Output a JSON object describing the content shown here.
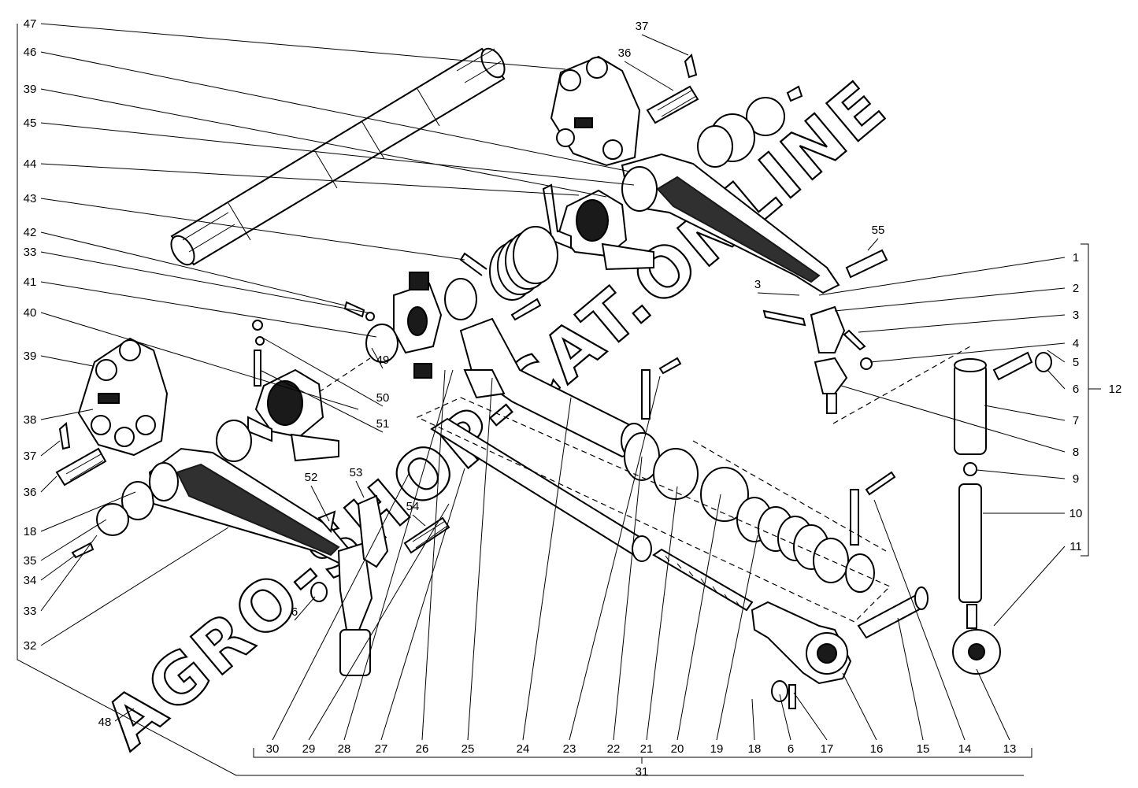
{
  "watermark": "AGRO-SHOP-CAT.ONLINE",
  "left_labels": [
    "47",
    "46",
    "39",
    "45",
    "44",
    "43",
    "42",
    "33",
    "41",
    "40",
    "39",
    "38",
    "37",
    "36",
    "18",
    "35",
    "34",
    "33",
    "32"
  ],
  "right_labels": [
    "1",
    "2",
    "3",
    "4",
    "5",
    "6",
    "7",
    "8",
    "9",
    "10",
    "11"
  ],
  "bottom_labels": [
    "30",
    "29",
    "28",
    "27",
    "26",
    "25",
    "24",
    "23",
    "22",
    "21",
    "20",
    "19",
    "18",
    "6",
    "17",
    "16",
    "15",
    "14",
    "13"
  ],
  "group_labels": {
    "assembly_12": "12",
    "assembly_31": "31",
    "assembly_48": "48"
  },
  "inline_labels": [
    "37",
    "36",
    "55",
    "3",
    "49",
    "50",
    "51",
    "52",
    "53",
    "54",
    "6"
  ]
}
